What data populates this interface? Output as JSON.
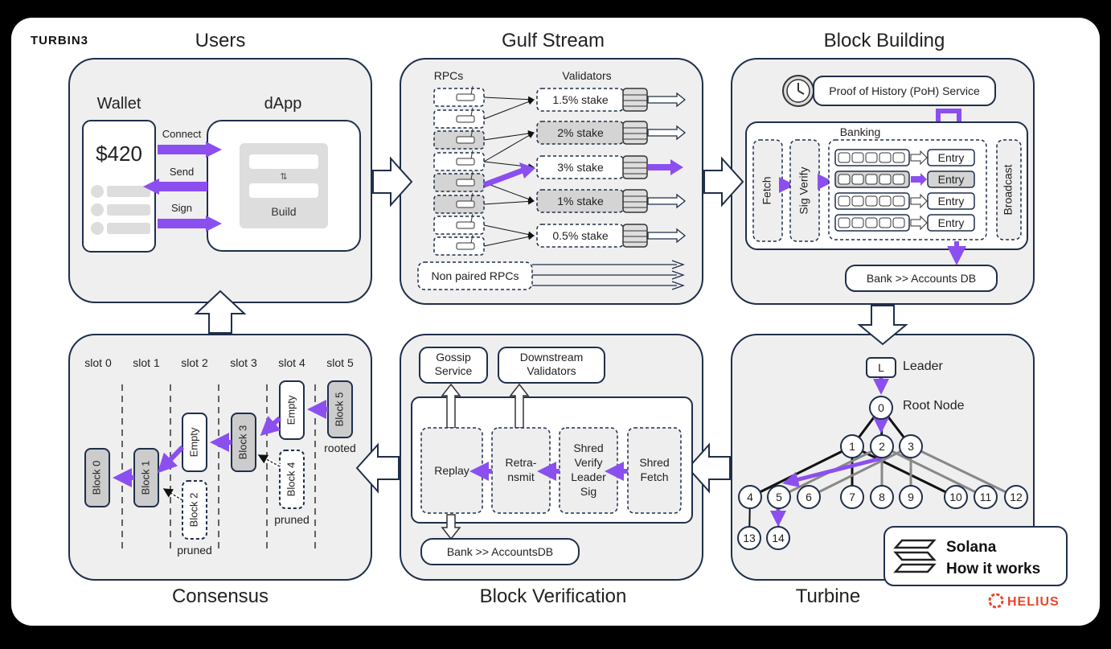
{
  "brand": {
    "turbine": "TURBIN3",
    "helius": "HELIUS"
  },
  "titles": {
    "users": "Users",
    "gulf_stream": "Gulf Stream",
    "block_building": "Block Building",
    "consensus": "Consensus",
    "block_verification": "Block Verification",
    "turbine": "Turbine"
  },
  "users": {
    "wallet": "Wallet",
    "dapp": "dApp",
    "balance": "$420",
    "connect": "Connect",
    "send": "Send",
    "sign": "Sign",
    "swap_glyph": "⇅",
    "build": "Build"
  },
  "gulf_stream": {
    "rpcs": "RPCs",
    "validators": "Validators",
    "stakes": [
      "1.5% stake",
      "2% stake",
      "3% stake",
      "1% stake",
      "0.5% stake"
    ],
    "non_paired": "Non paired RPCs"
  },
  "block_building": {
    "poh": "Proof of History (PoH) Service",
    "banking": "Banking",
    "fetch": "Fetch",
    "sig_verify": "Sig Verify",
    "entries": [
      "Entry",
      "Entry",
      "Entry",
      "Entry"
    ],
    "broadcast": "Broadcast",
    "bank_db": "Bank >> Accounts DB"
  },
  "consensus": {
    "slots": [
      "slot 0",
      "slot 1",
      "slot 2",
      "slot 3",
      "slot 4",
      "slot 5"
    ],
    "block0": "Block 0",
    "block1": "Block 1",
    "empty1": "Empty",
    "block2": "Block 2",
    "block3": "Block 3",
    "empty2": "Empty",
    "block4": "Block 4",
    "block5": "Block 5",
    "pruned1": "pruned",
    "pruned2": "pruned",
    "rooted": "rooted"
  },
  "block_verification": {
    "gossip_1": "Gossip",
    "gossip_2": "Service",
    "downstream_1": "Downstream",
    "downstream_2": "Validators",
    "replay": "Replay",
    "retransmit_1": "Retra-",
    "retransmit_2": "nsmit",
    "shred_verify": [
      "Shred",
      "Verify",
      "Leader",
      "Sig"
    ],
    "shred_fetch_1": "Shred",
    "shred_fetch_2": "Fetch",
    "bank_db": "Bank >> AccountsDB"
  },
  "turbine": {
    "leader_short": "L",
    "leader": "Leader",
    "root_num": "0",
    "root_node": "Root Node",
    "level1": [
      "1",
      "2",
      "3"
    ],
    "level2": [
      "4",
      "5",
      "6",
      "7",
      "8",
      "9",
      "10",
      "11",
      "12"
    ],
    "level3": [
      "13",
      "14"
    ]
  },
  "badge": {
    "line1": "Solana",
    "line2": "How it works"
  },
  "colors": {
    "accent_purple": "#8b4ff0",
    "panel_fill": "#efefef",
    "panel_border": "#1f2f4a",
    "frame_bg": "#ffffff",
    "helius_orange": "#e8452c"
  }
}
